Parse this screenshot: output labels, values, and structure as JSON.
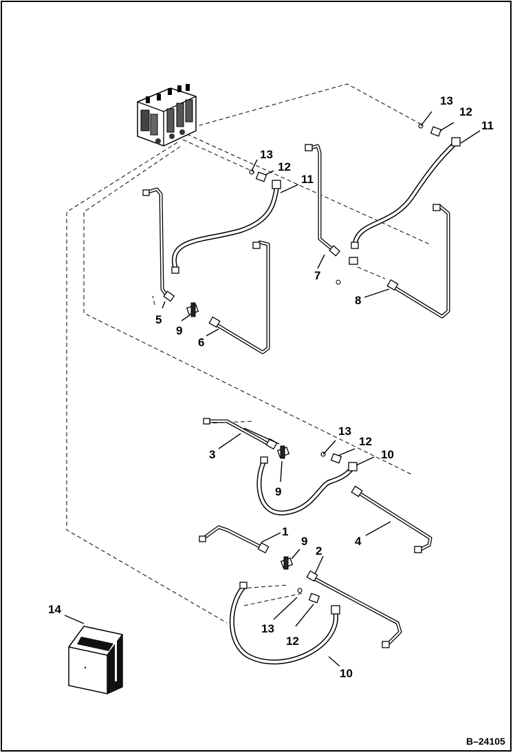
{
  "figure_ref": "B–24105",
  "callouts": {
    "c1": "1",
    "c2": "2",
    "c3": "3",
    "c4": "4",
    "c5": "5",
    "c6": "6",
    "c7": "7",
    "c8": "8",
    "c9a": "9",
    "c9b": "9",
    "c9c": "9",
    "c10a": "10",
    "c10b": "10",
    "c11a": "11",
    "c11b": "11",
    "c12a": "12",
    "c12b": "12",
    "c12c": "12",
    "c12d": "12",
    "c13a": "13",
    "c13b": "13",
    "c13c": "13",
    "c13d": "13",
    "c14": "14"
  },
  "colors": {
    "line": "#000000",
    "background": "#ffffff"
  }
}
